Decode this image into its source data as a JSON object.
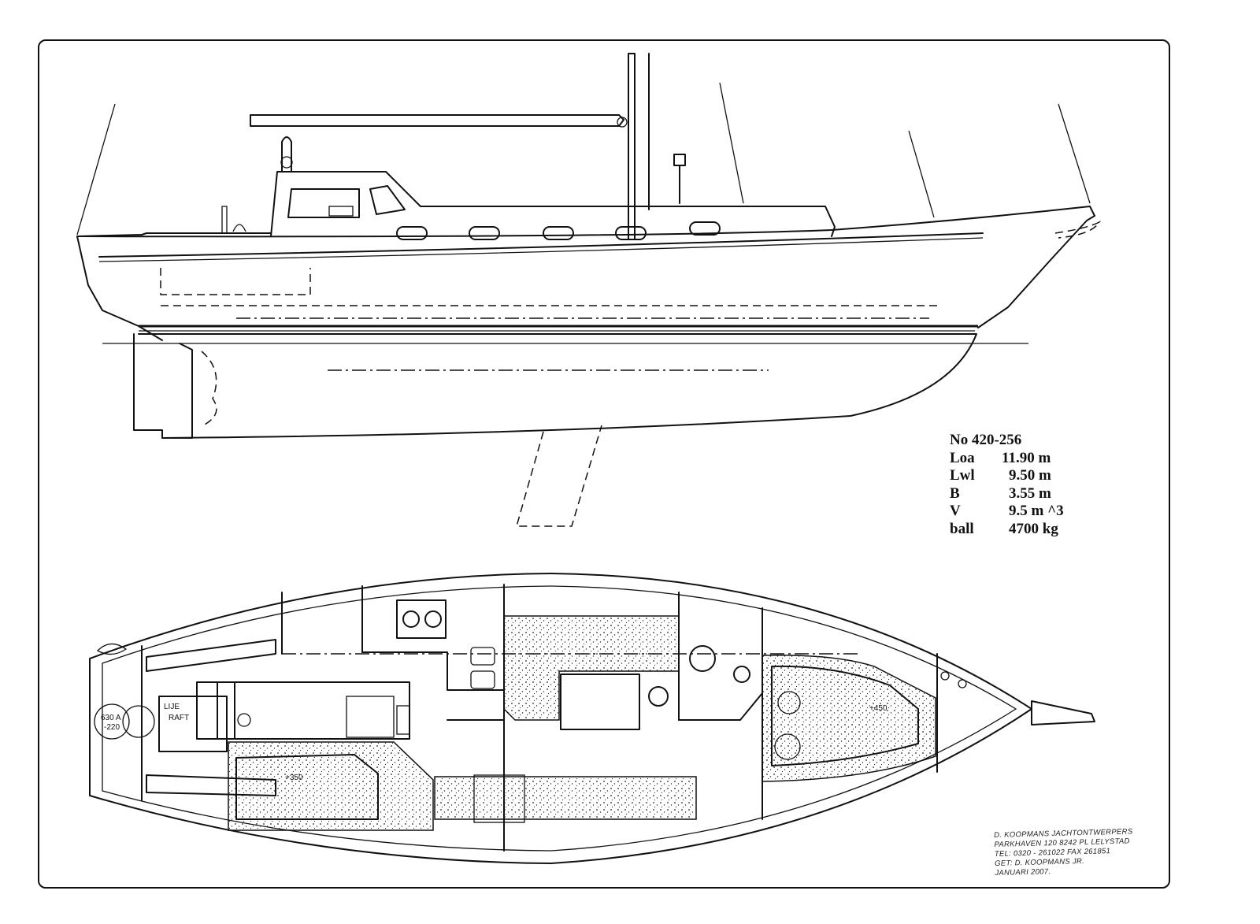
{
  "specs": {
    "drawing_no": "No 420-256",
    "rows": [
      {
        "key": "Loa",
        "value": "11.90 m"
      },
      {
        "key": "Lwl",
        "value": "9.50 m"
      },
      {
        "key": "B",
        "value": "3.55 m"
      },
      {
        "key": "V",
        "value": "9.5 m ^3"
      },
      {
        "key": "ball",
        "value": "4700 kg"
      }
    ]
  },
  "plan_labels": {
    "lift": "LIJE",
    "raft": "RAFT",
    "tank_aft": "+350",
    "tank_fwd": "+450",
    "tank_small_1": "630 A",
    "tank_small_2": "-220"
  },
  "title_block": {
    "lines": [
      "D. KOOPMANS  JACHTONTWERPERS",
      "PARKHAVEN 120 8242 PL LELYSTAD",
      "TEL: 0320 - 261022 FAX 261851",
      "GET: D. KOOPMANS  JR.",
      "JANUARI  2007."
    ]
  },
  "colors": {
    "ink": "#111111",
    "paper": "#ffffff"
  }
}
